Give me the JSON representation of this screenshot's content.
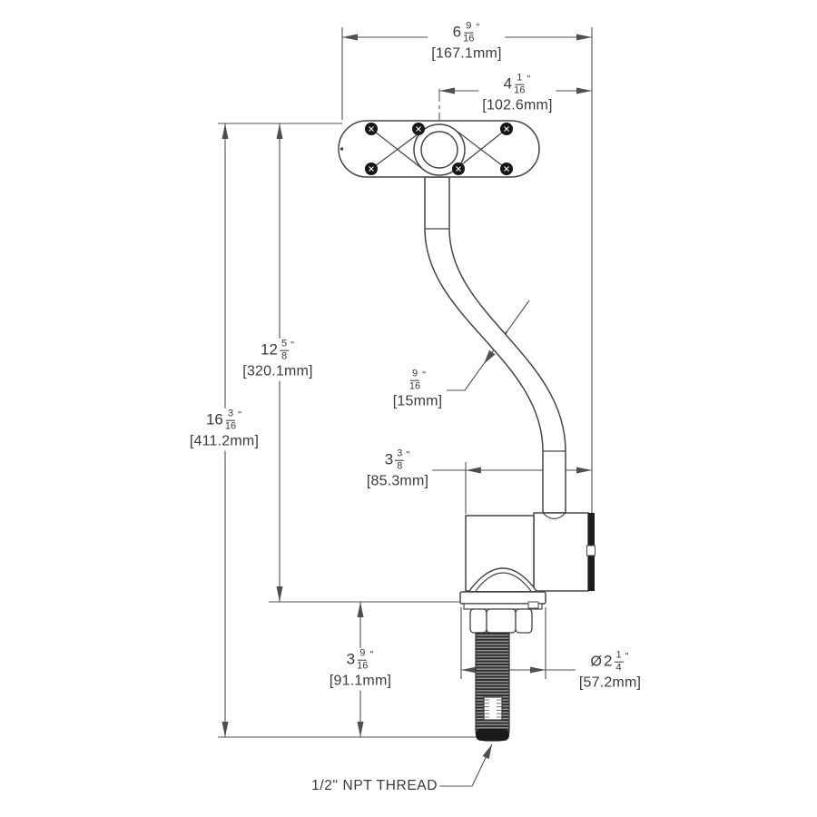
{
  "dims": {
    "overall_width": {
      "whole": "6",
      "num": "9",
      "den": "16",
      "unit": "\"",
      "mm": "[167.1mm]"
    },
    "center_to_edge": {
      "whole": "4",
      "num": "1",
      "den": "16",
      "unit": "\"",
      "mm": "[102.6mm]"
    },
    "overall_height": {
      "whole": "16",
      "num": "3",
      "den": "16",
      "unit": "\"",
      "mm": "[411.2mm]"
    },
    "deck_to_plate": {
      "whole": "12",
      "num": "5",
      "den": "8",
      "unit": "\"",
      "mm": "[320.1mm]"
    },
    "tube_diameter": {
      "whole": "",
      "num": "9",
      "den": "16",
      "unit": "\"",
      "mm": "[15mm]"
    },
    "body_width": {
      "whole": "3",
      "num": "3",
      "den": "8",
      "unit": "\"",
      "mm": "[85.3mm]"
    },
    "deck_to_thread_end": {
      "whole": "3",
      "num": "9",
      "den": "16",
      "unit": "\"",
      "mm": "[91.1mm]"
    },
    "flange_diameter": {
      "prefix": "Ø",
      "whole": "2",
      "num": "1",
      "den": "4",
      "unit": "\"",
      "mm": "[57.2mm]"
    }
  },
  "annotations": {
    "thread_note": "1/2\" NPT THREAD"
  },
  "colors": {
    "dimension_line": "#4f4f4f",
    "object_line": "#454545",
    "dark_fill": "#1c1c1c",
    "text": "#3a3a3a",
    "background": "#ffffff"
  }
}
